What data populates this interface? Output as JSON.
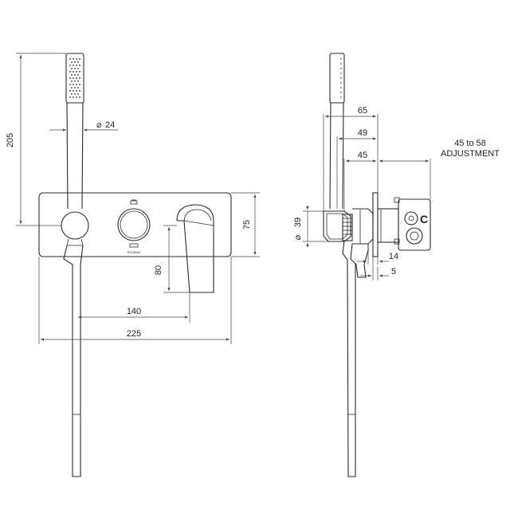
{
  "drawing": {
    "front_view": {
      "dim_height": "205",
      "dim_diameter": "24",
      "dim_plate_height": "75",
      "dim_spout_drop": "80",
      "dim_spout_offset": "140",
      "dim_plate_width": "225",
      "logo_text": "PHOENIX"
    },
    "side_view": {
      "dim_65": "65",
      "dim_49": "49",
      "dim_45": "45",
      "adjustment_line1": "45 to 58",
      "adjustment_line2": "ADJUSTMENT",
      "dim_diameter": "39",
      "dim_14": "14",
      "dim_5": "5"
    }
  }
}
